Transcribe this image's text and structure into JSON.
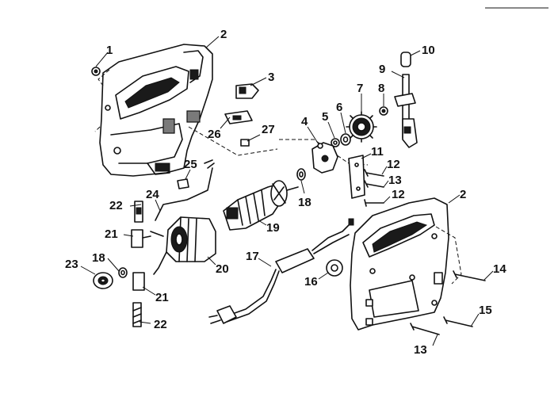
{
  "parts": [
    {
      "id": "label-1",
      "text": "1"
    },
    {
      "id": "label-2a",
      "text": "2"
    },
    {
      "id": "label-2b",
      "text": "2"
    },
    {
      "id": "label-3",
      "text": "3"
    },
    {
      "id": "label-4",
      "text": "4"
    },
    {
      "id": "label-5",
      "text": "5"
    },
    {
      "id": "label-6",
      "text": "6"
    },
    {
      "id": "label-7",
      "text": "7"
    },
    {
      "id": "label-8",
      "text": "8"
    },
    {
      "id": "label-9",
      "text": "9"
    },
    {
      "id": "label-10",
      "text": "10"
    },
    {
      "id": "label-11",
      "text": "11"
    },
    {
      "id": "label-12a",
      "text": "12"
    },
    {
      "id": "label-12b",
      "text": "12"
    },
    {
      "id": "label-13a",
      "text": "13"
    },
    {
      "id": "label-13b",
      "text": "13"
    },
    {
      "id": "label-14",
      "text": "14"
    },
    {
      "id": "label-15",
      "text": "15"
    },
    {
      "id": "label-16",
      "text": "16"
    },
    {
      "id": "label-17",
      "text": "17"
    },
    {
      "id": "label-18a",
      "text": "18"
    },
    {
      "id": "label-18b",
      "text": "18"
    },
    {
      "id": "label-19",
      "text": "19"
    },
    {
      "id": "label-20",
      "text": "20"
    },
    {
      "id": "label-21a",
      "text": "21"
    },
    {
      "id": "label-21b",
      "text": "21"
    },
    {
      "id": "label-22a",
      "text": "22"
    },
    {
      "id": "label-22b",
      "text": "22"
    },
    {
      "id": "label-23",
      "text": "23"
    },
    {
      "id": "label-24",
      "text": "24"
    },
    {
      "id": "label-25",
      "text": "25"
    },
    {
      "id": "label-26",
      "text": "26"
    },
    {
      "id": "label-27",
      "text": "27"
    }
  ],
  "colors": {
    "ink": "#111111",
    "paper": "#ffffff",
    "shade": "#7a7a7a"
  }
}
